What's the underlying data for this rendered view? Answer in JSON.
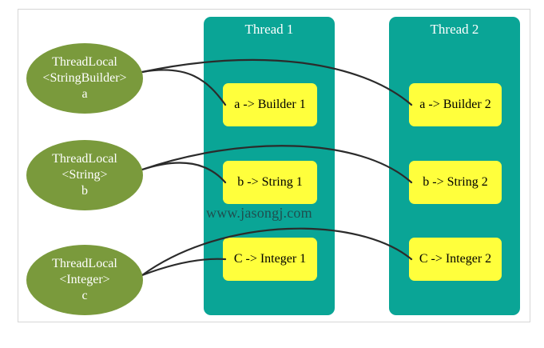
{
  "threads": [
    {
      "title": "Thread 1"
    },
    {
      "title": "Thread 2"
    }
  ],
  "thread_locals": [
    {
      "line1": "ThreadLocal",
      "line2": "<StringBuilder>",
      "line3": "a"
    },
    {
      "line1": "ThreadLocal",
      "line2": "<String>",
      "line3": "b"
    },
    {
      "line1": "ThreadLocal",
      "line2": "<Integer>",
      "line3": "c"
    }
  ],
  "entries": {
    "thread1": [
      "a -> Builder 1",
      "b -> String 1",
      "C -> Integer 1"
    ],
    "thread2": [
      "a -> Builder 2",
      "b -> String 2",
      "C -> Integer 2"
    ]
  },
  "watermark": "www.jasongj.com",
  "colors": {
    "thread_bg": "#0aa596",
    "threadlocal_bg": "#7a9a3c",
    "entry_bg": "#ffff3c",
    "connector": "#2b2b2b"
  }
}
